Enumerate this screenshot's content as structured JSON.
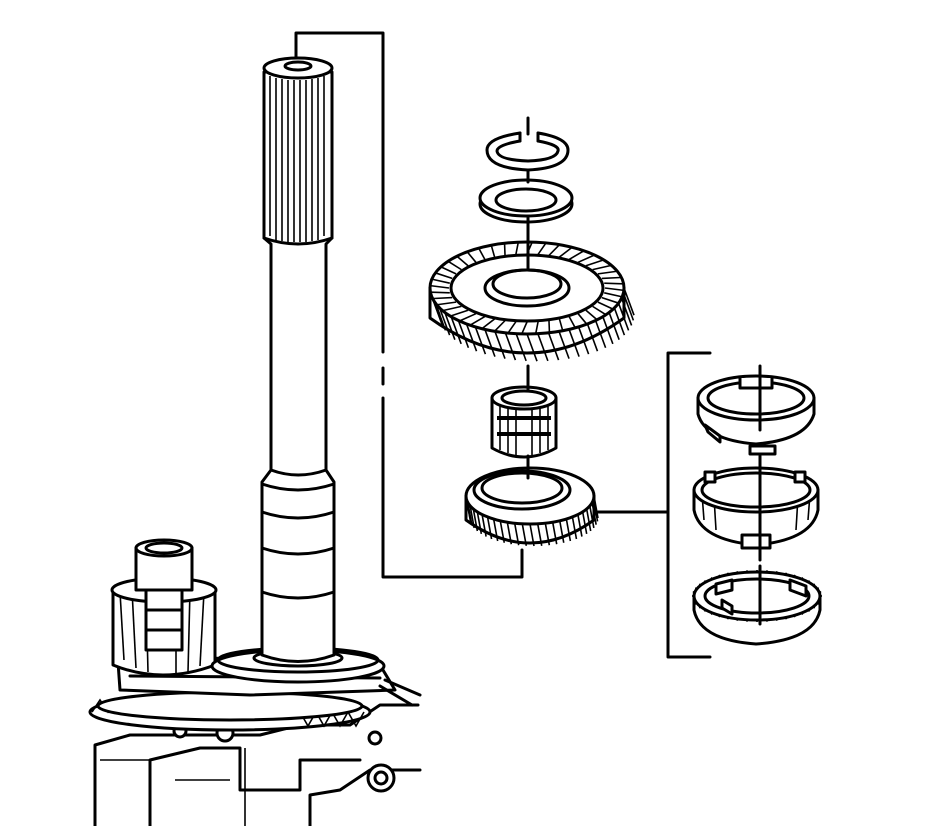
{
  "figure": {
    "background": "#ffffff",
    "ink": "#000000",
    "exploded_parts": [
      {
        "name": "snap-ring"
      },
      {
        "name": "thrust-washer"
      },
      {
        "name": "helical-gear"
      },
      {
        "name": "needle-bearing"
      },
      {
        "name": "synchronizer-gear"
      }
    ],
    "synchronizer_rings": [
      {
        "name": "outer-blocker-ring"
      },
      {
        "name": "intermediate-cone-ring"
      },
      {
        "name": "inner-friction-ring"
      }
    ]
  }
}
